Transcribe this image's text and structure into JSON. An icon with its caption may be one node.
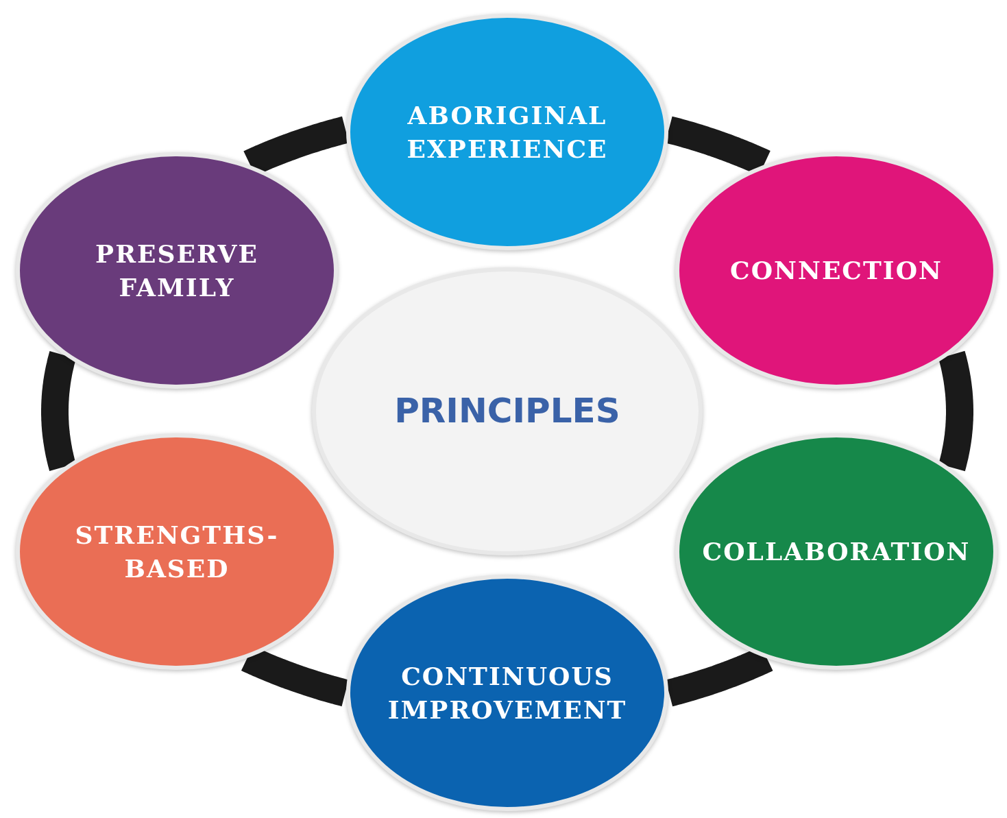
{
  "diagram": {
    "nodes": [
      {
        "text": [
          "ABORIGINAL EXPERIENCE"
        ]
      },
      {
        "text": [
          "CONNECTION"
        ]
      },
      {
        "text": [
          "COLLABORATION"
        ]
      },
      {
        "text": [
          "CONTINUOUS IMPROVEMENT"
        ]
      },
      {
        "text": [
          "STRENGTHS-BASED"
        ]
      },
      {
        "text": [
          "PRESERVE FAMILY"
        ]
      },
      {
        "text": [
          "PRINCIPLES"
        ]
      }
    ],
    "edges": [
      {
        "from": 0,
        "to": 1,
        "arrow": "none"
      },
      {
        "from": 1,
        "to": 2,
        "arrow": "none"
      },
      {
        "from": 2,
        "to": 3,
        "arrow": "none"
      },
      {
        "from": 3,
        "to": 4,
        "arrow": "none"
      },
      {
        "from": 4,
        "to": 5,
        "arrow": "none"
      },
      {
        "from": 5,
        "to": 0,
        "arrow": "none"
      }
    ]
  }
}
